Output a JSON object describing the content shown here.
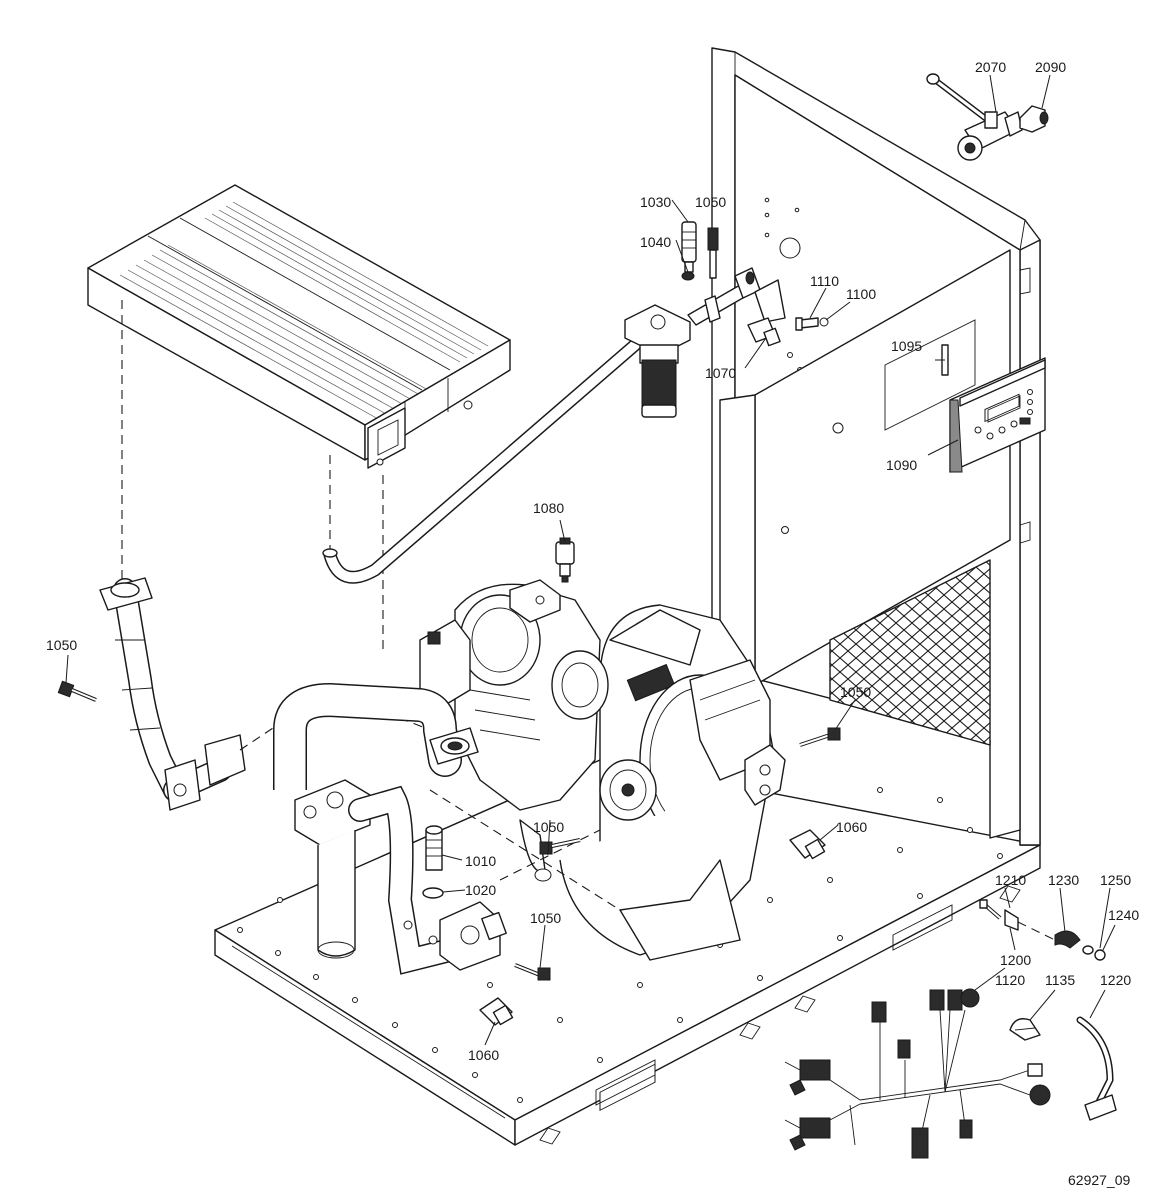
{
  "figure_ref": "62927_09",
  "callouts": {
    "c2070": "2070",
    "c2090": "2090",
    "c1030": "1030",
    "c1050_top": "1050",
    "c1040": "1040",
    "c1110": "1110",
    "c1100": "1100",
    "c1070": "1070",
    "c1095": "1095",
    "c1090": "1090",
    "c1080": "1080",
    "c1050_left": "1050",
    "c1050_right": "1050",
    "c1050_mid": "1050",
    "c1060_right": "1060",
    "c1010": "1010",
    "c1020": "1020",
    "c1050_low": "1050",
    "c1060_left": "1060",
    "c1210": "1210",
    "c1230": "1230",
    "c1250": "1250",
    "c1240": "1240",
    "c1200": "1200",
    "c1120": "1120",
    "c1135": "1135",
    "c1220": "1220"
  }
}
